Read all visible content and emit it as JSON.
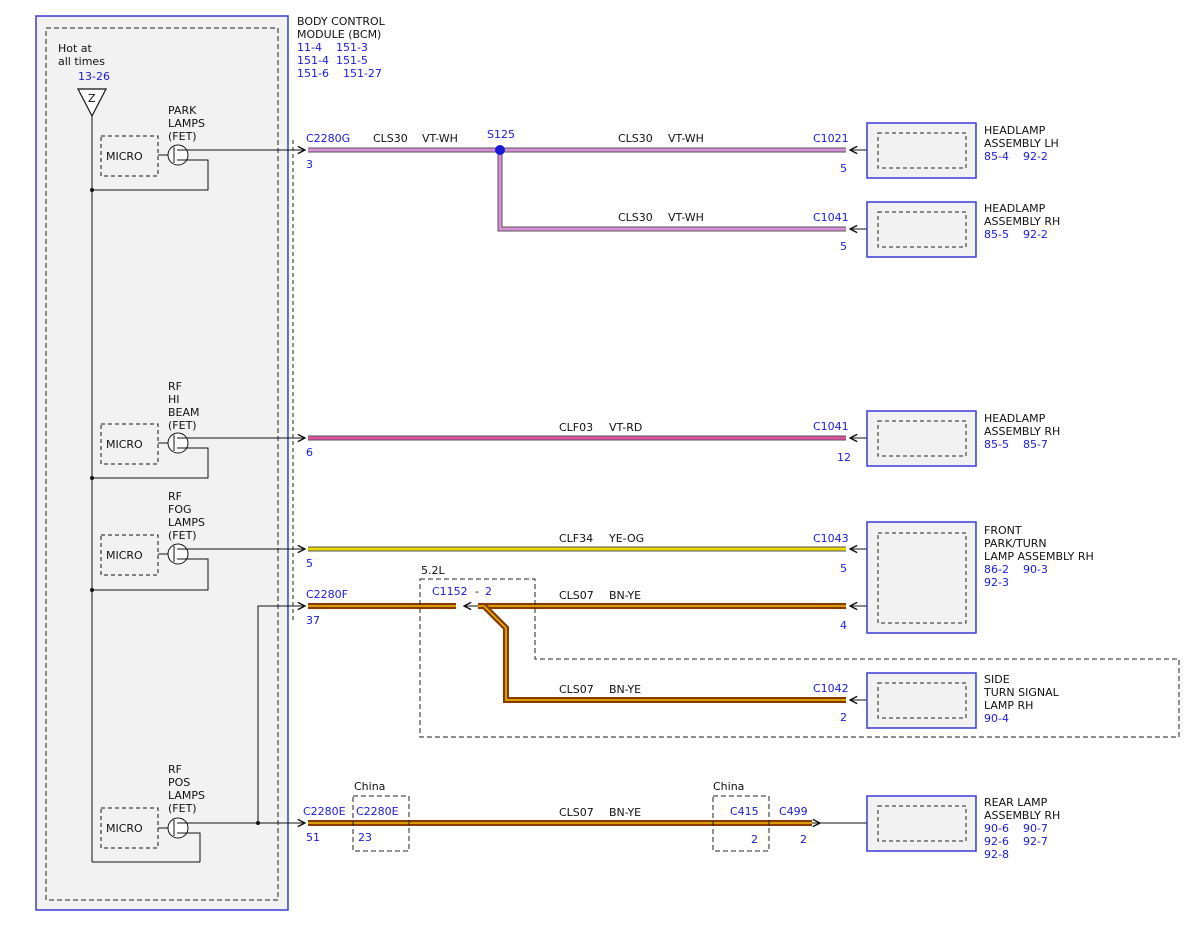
{
  "colors": {
    "frame_blue": "#3b3bd8",
    "panel_fill": "#f2f2f2",
    "ref_blue": "#1a1adc",
    "wire_vt_wh": "#d98fd9",
    "wire_vt_rd": "#e04fa0",
    "wire_ye_og": "#e8d800",
    "wire_bn_ye": "#8a3a00",
    "wire_bn_ye_stripe": "#f0c000",
    "splice_dot": "#1a1adc"
  },
  "bcm": {
    "title1": "BODY CONTROL",
    "title2": "MODULE (BCM)",
    "refs": [
      "11-4    151-3",
      "151-4  151-5",
      "151-6    151-27"
    ],
    "hot1": "Hot at",
    "hot2": "all times",
    "hot_ref": "13-26",
    "fuse_symbol": "Z",
    "micro_label": "MICRO"
  },
  "drivers": [
    {
      "lines": [
        "PARK",
        "LAMPS",
        "(FET)"
      ]
    },
    {
      "lines": [
        "RF",
        "HI",
        "BEAM",
        "(FET)"
      ]
    },
    {
      "lines": [
        "RF",
        "FOG",
        "LAMPS",
        "(FET)"
      ]
    },
    {
      "lines": [
        "RF",
        "POS",
        "LAMPS",
        "(FET)"
      ]
    }
  ],
  "connectors": {
    "c2280g": "C2280G",
    "c2280g_pin": "3",
    "pin_hi": "6",
    "pin_fog": "5",
    "c2280f": "C2280F",
    "c2280f_pin": "37",
    "c2280e": "C2280E",
    "c2280e_pin": "51",
    "c2280e_china": "C2280E",
    "c2280e_china_pin": "23",
    "c1152": "C1152",
    "c1152_pin": "2",
    "c415": "C415",
    "c415_pin": "2",
    "c499": "C499",
    "c499_pin": "2",
    "splice": "S125",
    "china1": "China",
    "china2": "China",
    "engine": "5.2L"
  },
  "wires": {
    "w1_circuit": "CLS30",
    "w1_color": "VT-WH",
    "w2_circuit": "CLS30",
    "w2_color": "VT-WH",
    "w3_circuit": "CLS30",
    "w3_color": "VT-WH",
    "w4_circuit": "CLF03",
    "w4_color": "VT-RD",
    "w5_circuit": "CLF34",
    "w5_color": "YE-OG",
    "w6_circuit": "CLS07",
    "w6_color": "BN-YE",
    "w7_circuit": "CLS07",
    "w7_color": "BN-YE",
    "w8_circuit": "CLS07",
    "w8_color": "BN-YE"
  },
  "components": [
    {
      "connector": "C1021",
      "pin": "5",
      "lines": [
        "HEADLAMP",
        "ASSEMBLY LH"
      ],
      "refs": [
        "85-4    92-2"
      ]
    },
    {
      "connector": "C1041",
      "pin": "5",
      "lines": [
        "HEADLAMP",
        "ASSEMBLY RH"
      ],
      "refs": [
        "85-5    92-2"
      ]
    },
    {
      "connector": "C1041",
      "pin": "12",
      "lines": [
        "HEADLAMP",
        "ASSEMBLY RH"
      ],
      "refs": [
        "85-5    85-7"
      ]
    },
    {
      "connector": "C1043",
      "pin": "5",
      "pin2": "4",
      "lines": [
        "FRONT",
        "PARK/TURN",
        "LAMP ASSEMBLY RH"
      ],
      "refs": [
        "86-2    90-3",
        "92-3"
      ]
    },
    {
      "connector": "C1042",
      "pin": "2",
      "lines": [
        "SIDE",
        "TURN SIGNAL",
        "LAMP RH"
      ],
      "refs": [
        "90-4"
      ]
    },
    {
      "connector": "",
      "pin": "",
      "lines": [
        "REAR LAMP",
        "ASSEMBLY RH"
      ],
      "refs": [
        "90-6    90-7",
        "92-6    92-7",
        "92-8"
      ]
    }
  ]
}
